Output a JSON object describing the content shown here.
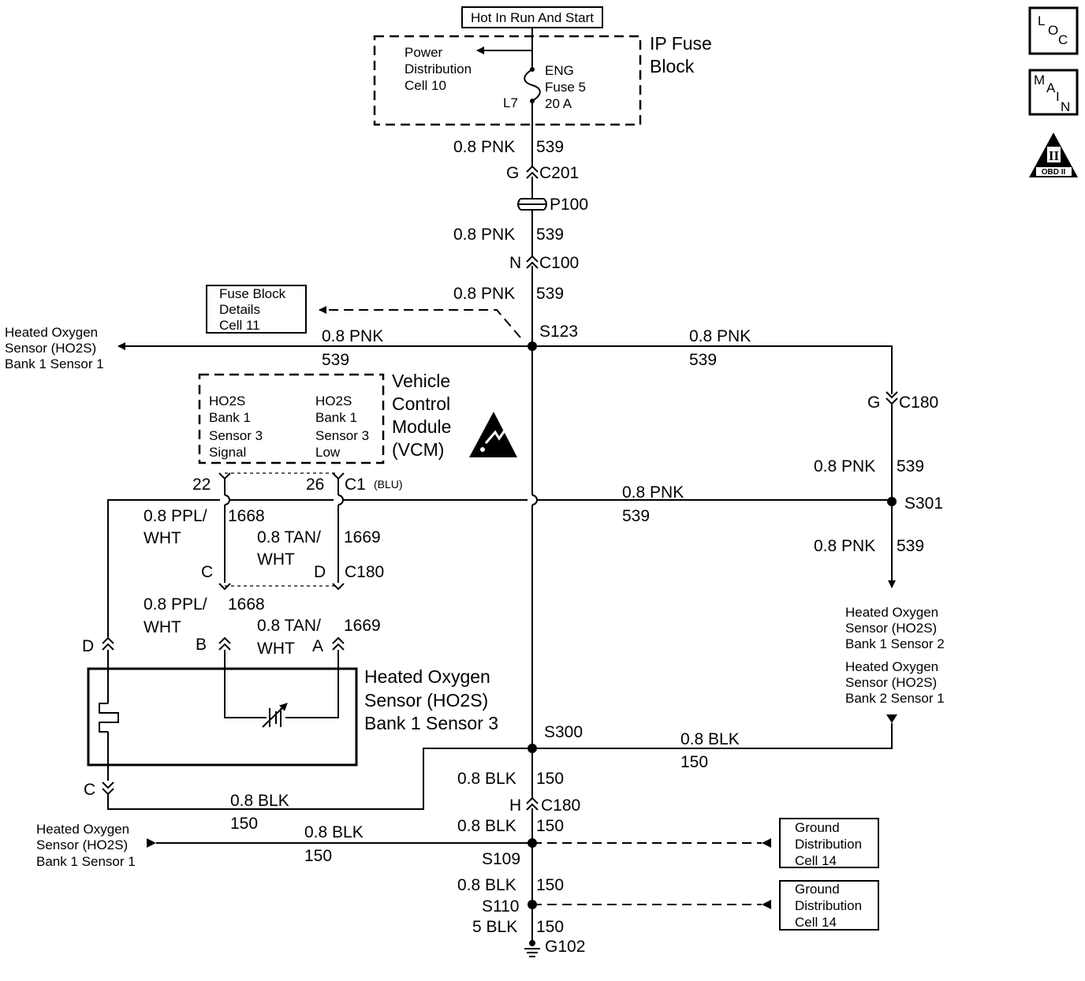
{
  "power_source": "Hot In Run And Start",
  "ip_fuse_block": {
    "title_line1": "IP Fuse",
    "title_line2": "Block",
    "pd_line1": "Power",
    "pd_line2": "Distribution",
    "pd_line3": "Cell 10",
    "fuse_line1": "ENG",
    "fuse_line2": "Fuse 5",
    "fuse_line3": "20 A",
    "terminal": "L7"
  },
  "wire_pnk_size_color": "0.8 PNK",
  "wire_pnk_circuit": "539",
  "wire_blk_size_color": "0.8 BLK",
  "wire_blk_circuit": "150",
  "wire_ground_size_color": "5 BLK",
  "conn_c201": "C201",
  "conn_c201_pin": "G",
  "conn_p100": "P100",
  "conn_c100": "C100",
  "conn_c100_pin": "N",
  "conn_c180": "C180",
  "pin_g": "G",
  "pin_h": "H",
  "pin_c": "C",
  "pin_d": "D",
  "pin_a": "A",
  "pin_b": "B",
  "splices": {
    "s123": "S123",
    "s301": "S301",
    "s300": "S300",
    "s109": "S109",
    "s110": "S110",
    "g102": "G102"
  },
  "fuse_block_details": {
    "line1": "Fuse Block",
    "line2": "Details",
    "line3": "Cell 11"
  },
  "ho2s_b1s1": {
    "line1": "Heated Oxygen",
    "line2": "Sensor (HO2S)",
    "line3": "Bank 1 Sensor 1"
  },
  "ho2s_b1s2": {
    "line1": "Heated Oxygen",
    "line2": "Sensor (HO2S)",
    "line3": "Bank 1 Sensor 2"
  },
  "ho2s_b2s1": {
    "line1": "Heated Oxygen",
    "line2": "Sensor (HO2S)",
    "line3": "Bank 2 Sensor 1"
  },
  "vcm": {
    "line1": "Vehicle",
    "line2": "Control",
    "line3": "Module",
    "line4": "(VCM)",
    "sig_line1": "HO2S",
    "sig_line2": "Bank 1",
    "sig_line3": "Sensor 3",
    "sig_line4": "Signal",
    "low_line1": "HO2S",
    "low_line2": "Bank 1",
    "low_line3": "Sensor 3",
    "low_line4": "Low",
    "pin_22": "22",
    "pin_26": "26",
    "conn": "C1",
    "conn_color": "(BLU)"
  },
  "wire_ppl": {
    "line1": "0.8 PPL/",
    "line2": "WHT",
    "circuit": "1668"
  },
  "wire_tan": {
    "line1": "0.8 TAN/",
    "line2": "WHT",
    "circuit": "1669"
  },
  "sensor3": {
    "line1": "Heated Oxygen",
    "line2": "Sensor (HO2S)",
    "line3": "Bank 1 Sensor 3"
  },
  "ground_distribution": {
    "line1": "Ground",
    "line2": "Distribution",
    "line3": "Cell 14"
  },
  "icons": {
    "loc": [
      "L",
      "O",
      "C"
    ],
    "main": [
      "M",
      "A",
      "I",
      "N"
    ],
    "obd": "OBD II",
    "obd_numeral": "II"
  }
}
